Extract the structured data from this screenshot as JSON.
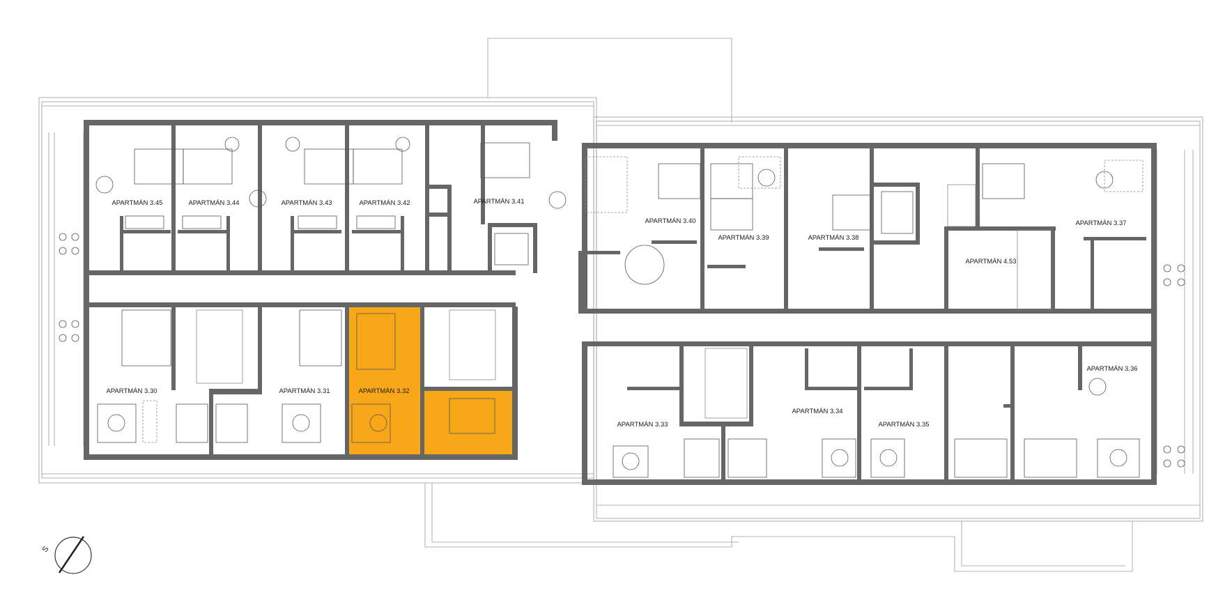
{
  "plan": {
    "highlight_color": "#f7a717",
    "wall_color": "#666666",
    "line_color": "#888888",
    "apartments": [
      {
        "id": "345",
        "label": "APARTMÁN 3.45"
      },
      {
        "id": "344",
        "label": "APARTMÁN 3.44"
      },
      {
        "id": "343",
        "label": "APARTMÁN 3.43"
      },
      {
        "id": "342",
        "label": "APARTMÁN 3.42"
      },
      {
        "id": "341",
        "label": "APARTMÁN 3.41"
      },
      {
        "id": "340",
        "label": "APARTMÁN 3.40"
      },
      {
        "id": "339",
        "label": "APARTMÁN 3.39"
      },
      {
        "id": "338",
        "label": "APARTMÁN 3.38"
      },
      {
        "id": "453",
        "label": "APARTMÁN 4.53"
      },
      {
        "id": "337",
        "label": "APARTMÁN 3.37"
      },
      {
        "id": "330",
        "label": "APARTMÁN 3.30"
      },
      {
        "id": "331",
        "label": "APARTMÁN 3.31"
      },
      {
        "id": "332",
        "label": "APARTMÁN 3.32",
        "highlighted": true
      },
      {
        "id": "333",
        "label": "APARTMÁN 3.33"
      },
      {
        "id": "334",
        "label": "APARTMÁN 3.34"
      },
      {
        "id": "335",
        "label": "APARTMÁN 3.35"
      },
      {
        "id": "336",
        "label": "APARTMÁN 3.36"
      }
    ],
    "north_arrow": {
      "label": "S",
      "icon": "north-arrow-icon"
    }
  }
}
